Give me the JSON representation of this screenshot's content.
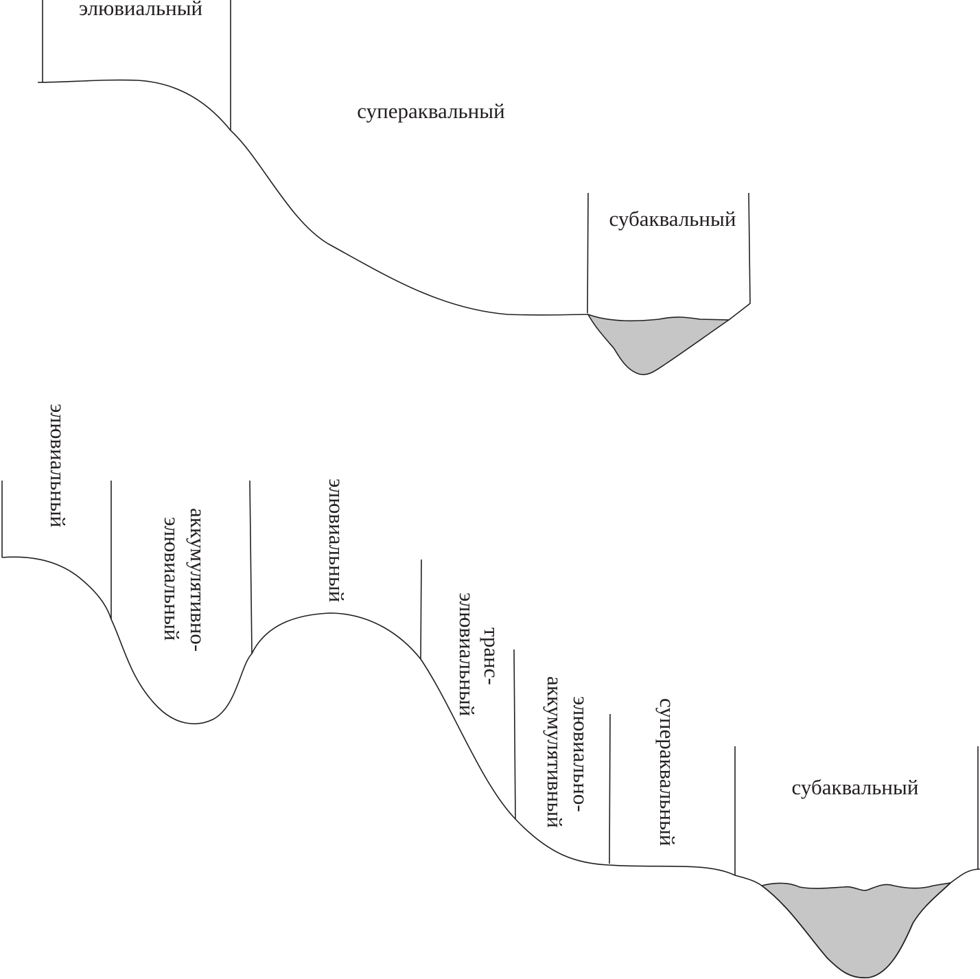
{
  "colors": {
    "line": "#231f20",
    "water_fill": "#c6c6c6",
    "background": "#ffffff"
  },
  "top_profile": {
    "labels": {
      "eluvial": "элювиальный",
      "superaqueous": "супераквальный",
      "subaqueous": "субаквальный"
    }
  },
  "bottom_profile": {
    "labels": {
      "eluvial_left": "элювиальный",
      "accumulative_eluvial_line1": "аккумулятивно-",
      "accumulative_eluvial_line2": "элювиальный",
      "eluvial_hill": "элювиальный",
      "trans_eluvial_line1": "транс-",
      "trans_eluvial_line2": "элювиальный",
      "eluvial_accumulative_line1": "элювиально-",
      "eluvial_accumulative_line2": "аккумулятивный",
      "superaqueous": "супераквальный",
      "subaqueous": "субаквальный"
    }
  }
}
